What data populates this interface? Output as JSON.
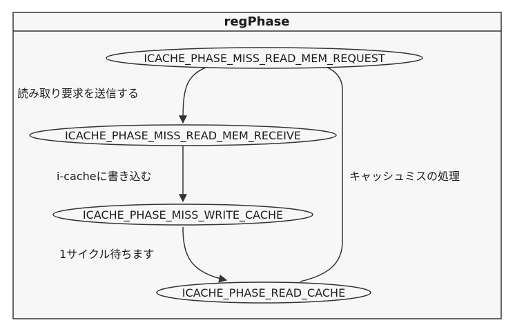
{
  "diagram": {
    "type": "state-diagram",
    "title": "regPhase",
    "states": [
      {
        "id": "s1",
        "label": "ICACHE_PHASE_MISS_READ_MEM_REQUEST"
      },
      {
        "id": "s2",
        "label": "ICACHE_PHASE_MISS_READ_MEM_RECEIVE"
      },
      {
        "id": "s3",
        "label": "ICACHE_PHASE_MISS_WRITE_CACHE"
      },
      {
        "id": "s4",
        "label": "ICACHE_PHASE_READ_CACHE"
      }
    ],
    "transitions": [
      {
        "from": "s1",
        "to": "s2",
        "label": "読み取り要求を送信する"
      },
      {
        "from": "s2",
        "to": "s3",
        "label": "i-cacheに書き込む"
      },
      {
        "from": "s3",
        "to": "s4",
        "label": "1サイクル待ちます"
      },
      {
        "from": "s4",
        "to": "s1",
        "label": "キャッシュミスの処理"
      }
    ],
    "colors": {
      "line": "#333333",
      "fill": "#f7f7f7",
      "background": "#ffffff"
    }
  }
}
